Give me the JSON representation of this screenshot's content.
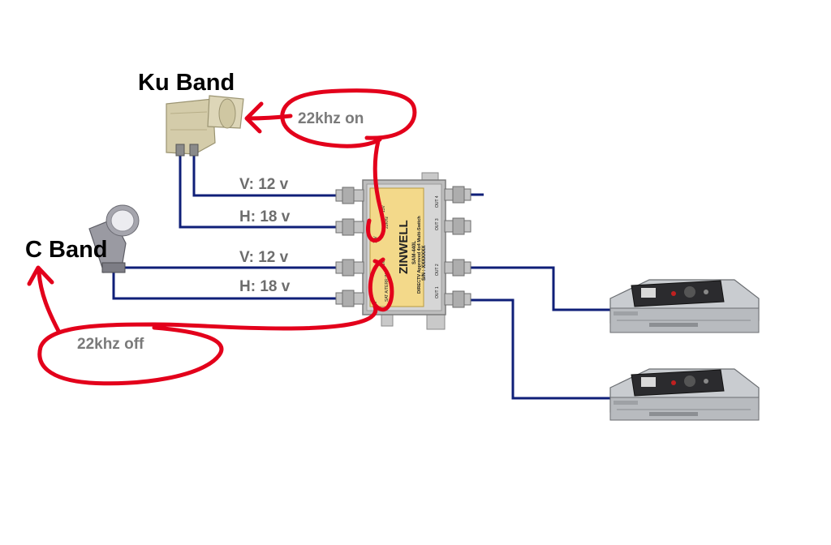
{
  "labels": {
    "ku_band": "Ku Band",
    "c_band": "C Band",
    "v1": "V: 12 v",
    "h1": "H: 18 v",
    "v2": "V: 12 v",
    "h2": "H: 18 v",
    "khz_on": "22khz on",
    "khz_off": "22khz off"
  },
  "switch": {
    "brand": "ZINWELL",
    "model": "SAM-440L",
    "desc": "DIRECTV Approved 4x4 Multi-Switch",
    "serial": "S/N : XXXXXXX",
    "port_top_1": "13V",
    "port_top_2": "22KHz",
    "port_top_3": "18V",
    "port_bot_1": "13V",
    "port_bot_2": "SAT A/TERR IN",
    "port_bot_3": "18V",
    "out_1": "OUT 1",
    "out_2": "OUT 2",
    "out_3": "OUT 3",
    "out_4": "OUT 4"
  },
  "colors": {
    "cable": "#0f1f78",
    "annotation": "#e3001b",
    "switch_label": "#f3d98a",
    "lnb_ku": "#d4ccaa",
    "lnb_c": "#9a9aa2",
    "receiver": "#c9ccd0"
  },
  "icons": {
    "ku_lnb": "satellite-lnb-icon",
    "c_lnb": "satellite-lnb-icon",
    "switch": "multiswitch-icon",
    "receiver": "satellite-receiver-icon",
    "remote": "remote-control-icon"
  }
}
